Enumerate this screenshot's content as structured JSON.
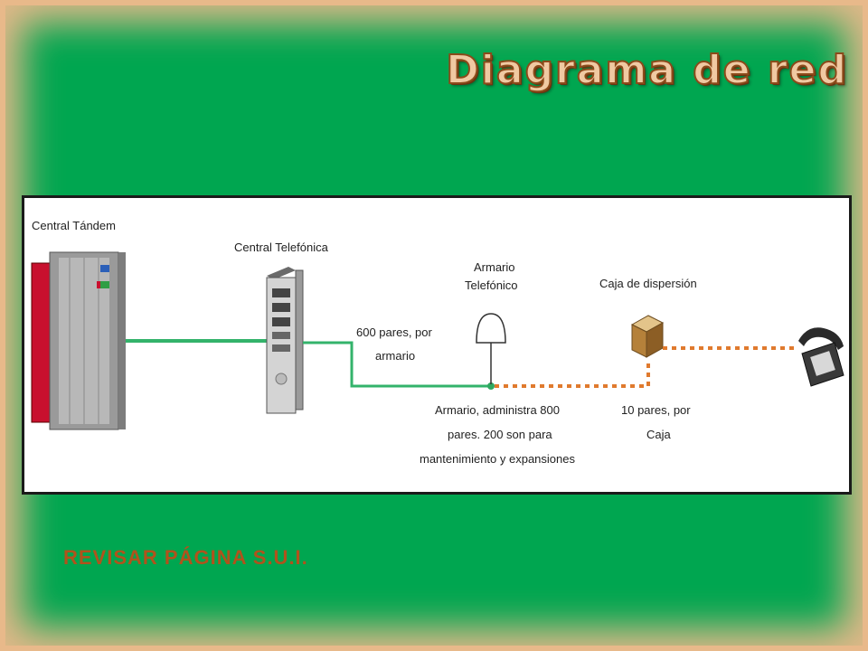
{
  "title": "Diagrama de red",
  "diagram": {
    "central_tandem": "Central Tándem",
    "central_telefonica": "Central Telefónica",
    "armario_title_1": "Armario",
    "armario_title_2": "Telefónico",
    "caja_title": "Caja de dispersión",
    "pares_armario_1": "600 pares, por",
    "pares_armario_2": "armario",
    "armario_desc_1": "Armario, administra 800",
    "armario_desc_2": "pares. 200 son para",
    "armario_desc_3": "mantenimiento y expansiones",
    "pares_caja_1": "10 pares, por",
    "pares_caja_2": "Caja"
  },
  "colors": {
    "background": "#00a650",
    "link_green": "#33b36b",
    "link_orange": "#e07a2e",
    "footer": "#b0531c"
  },
  "footer": "REVISAR PÁGINA S.U.I."
}
